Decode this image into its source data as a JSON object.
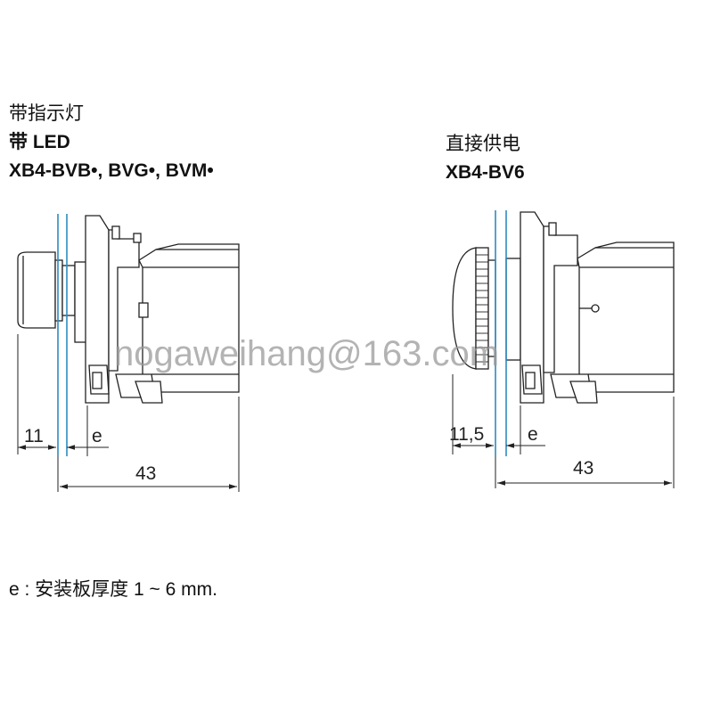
{
  "left": {
    "line1": "带指示灯",
    "line2": "带  LED",
    "line3": "XB4-BVB•, BVG•, BVM•",
    "dim_front": "11",
    "dim_e": "e",
    "dim_total": "43"
  },
  "right": {
    "line1": "直接供电",
    "line2": "XB4-BV6",
    "dim_front": "11,5",
    "dim_e": "e",
    "dim_total": "43"
  },
  "watermark": "nogaweihang@163.com",
  "note": "e : 安装板厚度  1 ~ 6 mm.",
  "colors": {
    "panel_line": "#2e8bc0",
    "outline": "#222222"
  }
}
